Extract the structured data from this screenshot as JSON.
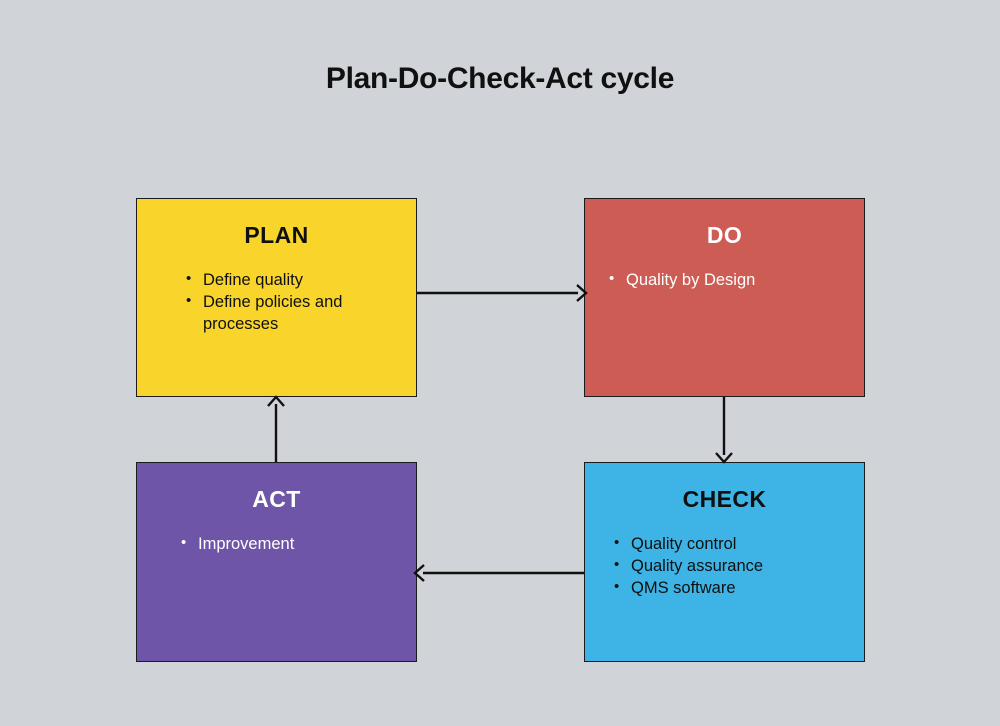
{
  "title": "Plan-Do-Check-Act cycle",
  "colors": {
    "background": "#d0d4d9",
    "plan": "#f9d52c",
    "do": "#cc5c54",
    "act": "#6f55a8",
    "check": "#3db4e5",
    "border": "#1b1b1b",
    "arrow": "#101010",
    "text_dark": "#101010",
    "text_light": "#ffffff"
  },
  "nodes": [
    {
      "id": "plan",
      "title": "PLAN",
      "items": [
        "Define quality",
        "Define policies and processes"
      ]
    },
    {
      "id": "do",
      "title": "DO",
      "items": [
        "Quality by Design"
      ]
    },
    {
      "id": "act",
      "title": "ACT",
      "items": [
        "Improvement"
      ]
    },
    {
      "id": "check",
      "title": "CHECK",
      "items": [
        "Quality control",
        "Quality assurance",
        "QMS software"
      ]
    }
  ],
  "arrows": [
    {
      "name": "plan-to-do",
      "direction": "right"
    },
    {
      "name": "do-to-check",
      "direction": "down"
    },
    {
      "name": "check-to-act",
      "direction": "left"
    },
    {
      "name": "act-to-plan",
      "direction": "up"
    }
  ]
}
